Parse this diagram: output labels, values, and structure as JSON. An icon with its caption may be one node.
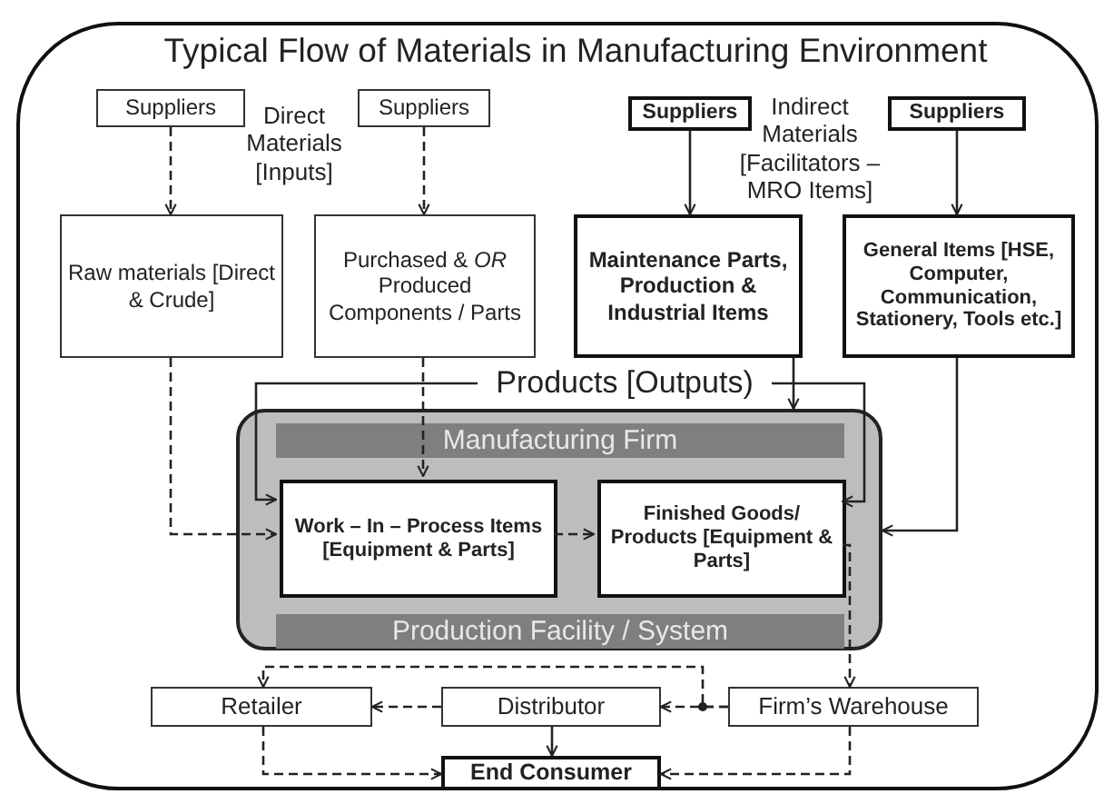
{
  "diagram": {
    "title": "Typical Flow of Materials in Manufacturing Environment",
    "nodes": [
      {
        "text": [
          "Suppliers"
        ]
      },
      {
        "text": [
          "Suppliers"
        ]
      },
      {
        "text": [
          "Suppliers"
        ]
      },
      {
        "text": [
          "Suppliers"
        ]
      },
      {
        "text": [
          "Raw materials [Direct & Crude]"
        ]
      },
      {
        "text": [
          "Purchased & *OR* Produced Components / Parts"
        ]
      },
      {
        "text": [
          "Maintenance Parts, Production & Industrial Items"
        ]
      },
      {
        "text": [
          "General Items [HSE, Computer, Communication, Stationery, Tools etc.]"
        ]
      },
      {
        "text": [
          "Products [Outputs)"
        ]
      },
      {
        "text": [
          "Manufacturing Firm",
          "Production Facility / System"
        ]
      },
      {
        "text": [
          "Work – In – Process Items [Equipment & Parts]"
        ],
        "in": 9
      },
      {
        "text": [
          "Finished Goods/ Products [Equipment & Parts]"
        ],
        "in": 9
      },
      {
        "text": [
          "Retailer"
        ]
      },
      {
        "text": [
          "Distributor"
        ]
      },
      {
        "text": [
          "Firm’s Warehouse"
        ]
      },
      {
        "text": [
          "End Consumer"
        ]
      }
    ],
    "edges": [
      {
        "from": 0,
        "to": 4,
        "arrow": "to",
        "style": "dashed"
      },
      {
        "from": 1,
        "to": 5,
        "arrow": "to",
        "style": "dashed"
      },
      {
        "from": 2,
        "to": 6,
        "arrow": "to"
      },
      {
        "from": 3,
        "to": 7,
        "arrow": "to"
      },
      {
        "from": 4,
        "to": 10,
        "arrow": "to",
        "style": "dashed"
      },
      {
        "from": 5,
        "to": 10,
        "arrow": "to",
        "style": "dashed"
      },
      {
        "from": 6,
        "to": 9,
        "arrow": "to"
      },
      {
        "from": 7,
        "to": 9,
        "arrow": "to"
      },
      {
        "from": 8,
        "to": 10,
        "arrow": "to"
      },
      {
        "from": 8,
        "to": 11,
        "arrow": "to"
      },
      {
        "from": 10,
        "to": 11,
        "arrow": "to",
        "style": "dashed"
      },
      {
        "from": 11,
        "to": 14,
        "arrow": "to",
        "style": "dashed"
      },
      {
        "from": 14,
        "to": 13,
        "arrow": "to",
        "style": "dashed"
      },
      {
        "from": 14,
        "to": 12,
        "arrow": "to",
        "style": "dashed"
      },
      {
        "from": 13,
        "to": 12,
        "arrow": "to",
        "style": "dashed"
      },
      {
        "from": 13,
        "to": 15,
        "arrow": "to"
      },
      {
        "from": 12,
        "to": 15,
        "arrow": "to",
        "style": "dashed"
      },
      {
        "from": 14,
        "to": 15,
        "arrow": "to",
        "style": "dashed"
      }
    ],
    "labels": [
      "Direct Materials [Inputs]",
      "Indirect Materials [Facilitators – MRO Items]"
    ]
  }
}
